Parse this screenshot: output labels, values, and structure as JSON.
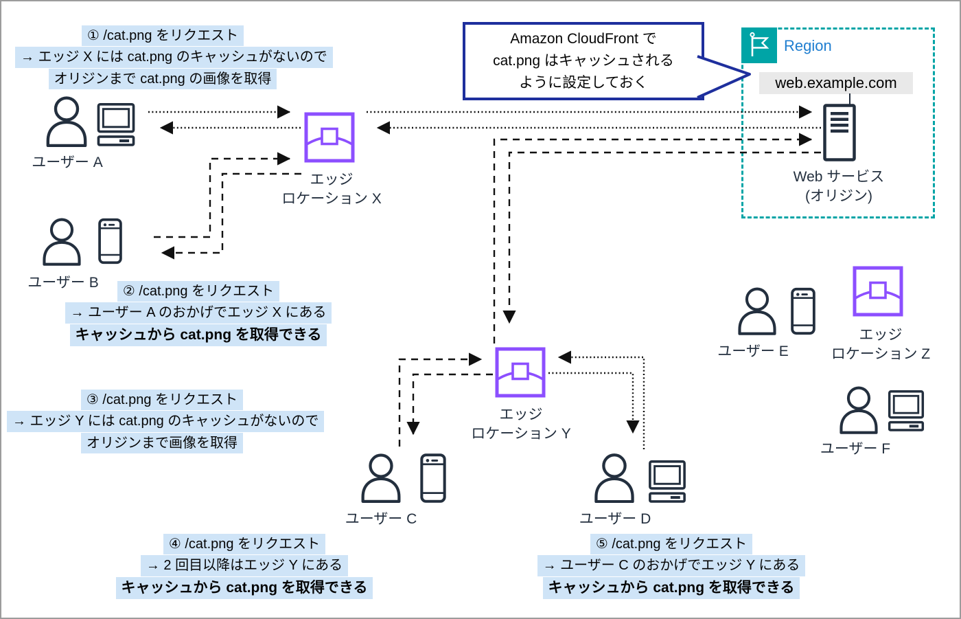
{
  "colors": {
    "ink": "#232f3e",
    "cloudfront_purple": "#8c4fff",
    "region_teal": "#00a4a6",
    "region_label_blue": "#1f7ed0",
    "callout_border_navy": "#1e2f9d",
    "highlight_blue": "#cfe4f7",
    "domain_bg_gray": "#e9e9e9",
    "arrow_black": "#111111"
  },
  "annotations": [
    {
      "lines": [
        "① /cat.png をリクエスト",
        "→ エッジ X には cat.png のキャッシュがないので",
        "オリジンまで cat.png の画像を取得"
      ]
    },
    {
      "lines": [
        "② /cat.png をリクエスト",
        "→ ユーザー A のおかげでエッジ X にある",
        "キャッシュから cat.png を取得できる"
      ]
    },
    {
      "lines": [
        "③ /cat.png をリクエスト",
        "→ エッジ Y には cat.png のキャッシュがないので",
        "オリジンまで画像を取得"
      ]
    },
    {
      "lines": [
        "④ /cat.png をリクエスト",
        "→ 2 回目以降はエッジ Y にある",
        "キャッシュから cat.png を取得できる"
      ]
    },
    {
      "lines": [
        "⑤ /cat.png をリクエスト",
        "→ ユーザー C のおかげでエッジ Y にある",
        "キャッシュから cat.png を取得できる"
      ]
    }
  ],
  "callout": {
    "lines": [
      "Amazon CloudFront で",
      "cat.png はキャッシュされる",
      "ように設定しておく"
    ]
  },
  "region": {
    "label": "Region",
    "domain": "web.example.com",
    "origin": {
      "lines": [
        "Web サービス",
        "(オリジン)"
      ]
    }
  },
  "nodes": {
    "user_a": {
      "label": "ユーザー A",
      "devices": [
        "person-icon",
        "desktop-icon"
      ]
    },
    "user_b": {
      "label": "ユーザー B",
      "devices": [
        "person-icon",
        "smartphone-icon"
      ]
    },
    "user_c": {
      "label": "ユーザー C",
      "devices": [
        "person-icon",
        "smartphone-icon"
      ]
    },
    "user_d": {
      "label": "ユーザー D",
      "devices": [
        "person-icon",
        "desktop-icon"
      ]
    },
    "user_e": {
      "label": "ユーザー E",
      "devices": [
        "person-icon",
        "smartphone-icon"
      ]
    },
    "user_f": {
      "label": "ユーザー F",
      "devices": [
        "person-icon",
        "desktop-icon"
      ]
    },
    "edge_x": {
      "lines": [
        "エッジ",
        "ロケーション X"
      ]
    },
    "edge_y": {
      "lines": [
        "エッジ",
        "ロケーション Y"
      ]
    },
    "edge_z": {
      "lines": [
        "エッジ",
        "ロケーション Z"
      ]
    }
  }
}
